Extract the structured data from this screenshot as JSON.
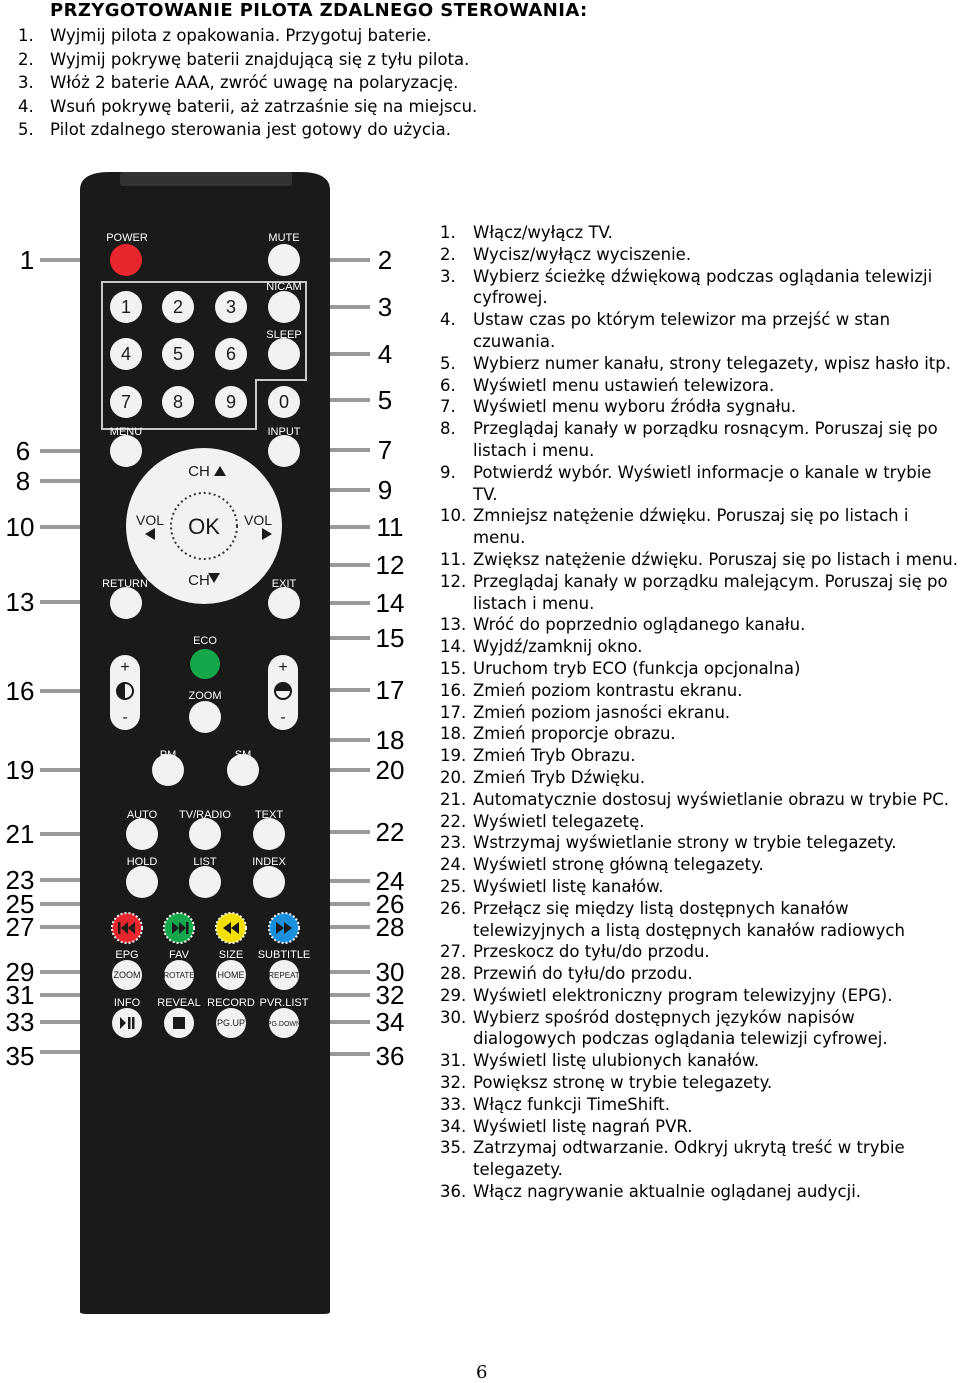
{
  "heading": "PRZYGOTOWANIE PILOTA ZDALNEGO STEROWANIA:",
  "prep_steps": [
    {
      "num": "1.",
      "text": "Wyjmij pilota z opakowania. Przygotuj baterie."
    },
    {
      "num": "2.",
      "text": "Wyjmij pokrywę baterii znajdującą się z tyłu pilota."
    },
    {
      "num": "3.",
      "text": "Włóż 2 baterie AAA, zwróć uwagę na polaryzację."
    },
    {
      "num": "4.",
      "text": "Wsuń pokrywę baterii, aż zatrzaśnie się na miejscu."
    },
    {
      "num": "5.",
      "text": "Pilot zdalnego sterowania jest gotowy do użycia."
    }
  ],
  "features": [
    {
      "num": "1.",
      "text": "Włącz/wyłącz TV."
    },
    {
      "num": "2.",
      "text": "Wycisz/wyłącz wyciszenie."
    },
    {
      "num": "3.",
      "text": "Wybierz ścieżkę dźwiękową podczas oglądania telewizji cyfrowej."
    },
    {
      "num": "4.",
      "text": "Ustaw czas po którym telewizor ma przejść w stan czuwania."
    },
    {
      "num": "5.",
      "text": "Wybierz numer kanału, strony telegazety, wpisz hasło itp."
    },
    {
      "num": "6.",
      "text": "Wyświetl menu ustawień telewizora."
    },
    {
      "num": "7.",
      "text": "Wyświetl menu wyboru źródła sygnału."
    },
    {
      "num": "8.",
      "text": "Przeglądaj kanały w porządku rosnącym. Poruszaj się po listach i menu."
    },
    {
      "num": "9.",
      "text": "Potwierdź wybór. Wyświetl informacje o kanale w trybie TV."
    },
    {
      "num": "10.",
      "text": "Zmniejsz natężenie dźwięku. Poruszaj się po listach i menu."
    },
    {
      "num": "11.",
      "text": "Zwiększ natężenie dźwięku. Poruszaj się po listach i menu."
    },
    {
      "num": "12.",
      "text": "Przeglądaj kanały w porządku malejącym. Poruszaj się po listach i menu."
    },
    {
      "num": "13.",
      "text": "Wróć do poprzednio oglądanego kanału."
    },
    {
      "num": "14.",
      "text": "Wyjdź/zamknij okno."
    },
    {
      "num": "15.",
      "text": "Uruchom tryb ECO (funkcja opcjonalna)"
    },
    {
      "num": "16.",
      "text": "Zmień poziom kontrastu ekranu."
    },
    {
      "num": "17.",
      "text": "Zmień poziom jasności ekranu."
    },
    {
      "num": "18.",
      "text": "Zmień proporcje obrazu."
    },
    {
      "num": "19.",
      "text": "Zmień Tryb Obrazu."
    },
    {
      "num": "20.",
      "text": "Zmień Tryb Dźwięku."
    },
    {
      "num": "21.",
      "text": "Automatycznie dostosuj wyświetlanie obrazu w trybie PC."
    },
    {
      "num": "22.",
      "text": "Wyświetl telegazetę."
    },
    {
      "num": "23.",
      "text": "Wstrzymaj wyświetlanie strony w trybie telegazety."
    },
    {
      "num": "24.",
      "text": "Wyświetl stronę główną telegazety."
    },
    {
      "num": "25.",
      "text": "Wyświetl listę kanałów."
    },
    {
      "num": "26.",
      "text": "Przełącz się między listą dostępnych kanałów telewizyjnych a listą dostępnych kanałów radiowych"
    },
    {
      "num": "27.",
      "text": "Przeskocz do tyłu/do przodu."
    },
    {
      "num": "28.",
      "text": "Przewiń do tyłu/do przodu."
    },
    {
      "num": "29.",
      "text": "Wyświetl elektroniczny program telewizyjny (EPG)."
    },
    {
      "num": "30.",
      "text": "Wybierz spośród dostępnych języków napisów dialogowych podczas oglądania telewizji cyfrowej."
    },
    {
      "num": "31.",
      "text": "Wyświetl listę ulubionych kanałów."
    },
    {
      "num": "32.",
      "text": "Powiększ stronę w trybie telegazety."
    },
    {
      "num": "33.",
      "text": "Włącz funkcji TimeShift."
    },
    {
      "num": "34.",
      "text": "Wyświetl listę nagrań PVR."
    },
    {
      "num": "35.",
      "text": "Zatrzymaj odtwarzanie. Odkryj ukrytą treść w trybie telegazety."
    },
    {
      "num": "36.",
      "text": "Włącz nagrywanie aktualnie oglądanej audycji."
    }
  ],
  "remote": {
    "labels": {
      "power": "POWER",
      "mute": "MUTE",
      "nicam": "NICAM",
      "sleep": "SLEEP",
      "menu": "MENU",
      "input": "INPUT",
      "ch_up": "CH",
      "ch_down": "CH",
      "vol_left": "VOL",
      "vol_right": "VOL",
      "ok": "OK",
      "return": "RETURN",
      "exit": "EXIT",
      "eco": "ECO",
      "zoom": "ZOOM",
      "pm": "PM",
      "sm": "SM",
      "plus_left": "+",
      "minus_left": "-",
      "plus_right": "+",
      "minus_right": "-",
      "auto": "AUTO",
      "tv_radio": "TV/RADIO",
      "text": "TEXT",
      "hold": "HOLD",
      "list": "LIST",
      "index": "INDEX",
      "epg": "EPG",
      "fav": "FAV",
      "size": "SIZE",
      "subtitle": "SUBTITLE",
      "zoom_btn": "ZOOM",
      "rotate_btn": "ROTATE",
      "home_btn": "HOME",
      "repeat_btn": "REPEAT",
      "info": "INFO",
      "reveal": "REVEAL",
      "record": "RECORD",
      "pvr_list": "PVR.LIST",
      "pg_up": "PG.UP",
      "pg_down": "PG.DOWN"
    },
    "digits": [
      "1",
      "2",
      "3",
      "4",
      "5",
      "6",
      "7",
      "8",
      "9",
      "0"
    ],
    "callouts_left": [
      "1",
      "6",
      "8",
      "10",
      "13",
      "16",
      "19",
      "21",
      "23",
      "25",
      "27",
      "29",
      "31",
      "33",
      "35"
    ],
    "callouts_right": [
      "2",
      "3",
      "4",
      "5",
      "7",
      "9",
      "11",
      "12",
      "14",
      "15",
      "17",
      "18",
      "20",
      "22",
      "24",
      "26",
      "28",
      "30",
      "32",
      "34",
      "36"
    ],
    "colors": {
      "body": "#1a1a1a",
      "button": "#f2f2f2",
      "power": "#e8262e",
      "eco": "#14a84a",
      "red": "#e8262e",
      "green": "#14a84a",
      "yellow": "#f4e000",
      "blue": "#1a8fe0",
      "leader": "#9a9a9a"
    }
  },
  "page_number": "6"
}
